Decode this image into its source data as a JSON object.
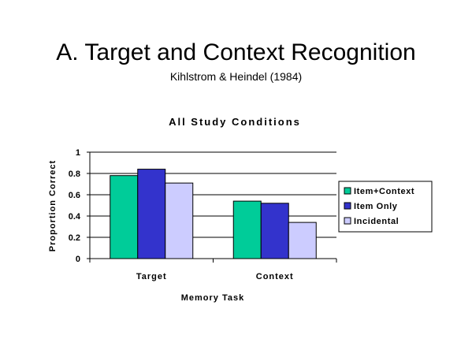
{
  "slide": {
    "title": "A.  Target and Context Recognition",
    "subtitle": "Kihlstrom & Heindel (1984)"
  },
  "chart_data": {
    "type": "bar",
    "title": "All Study Conditions",
    "xlabel": "Memory Task",
    "ylabel": "Proportion Correct",
    "categories": [
      "Target",
      "Context"
    ],
    "series": [
      {
        "name": "Item+Context",
        "values": [
          0.78,
          0.54
        ],
        "color": "#00CC99"
      },
      {
        "name": "Item Only",
        "values": [
          0.84,
          0.52
        ],
        "color": "#3333CC"
      },
      {
        "name": "Incidental",
        "values": [
          0.71,
          0.34
        ],
        "color": "#CCCCFF"
      }
    ],
    "ylim": [
      0,
      1
    ],
    "yticks": [
      "0",
      "0.2",
      "0.4",
      "0.6",
      "0.8",
      "1"
    ],
    "grid": true,
    "legend": "right"
  }
}
